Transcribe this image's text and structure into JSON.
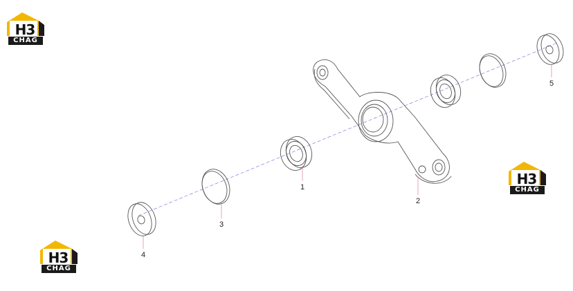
{
  "diagram": {
    "callouts": [
      {
        "id": "1",
        "label": "1"
      },
      {
        "id": "2",
        "label": "2"
      },
      {
        "id": "3",
        "label": "3"
      },
      {
        "id": "4",
        "label": "4"
      },
      {
        "id": "5",
        "label": "5"
      }
    ],
    "colors": {
      "line": "#555555",
      "axis": "#6a6ad0",
      "leader": "#d06a8a",
      "logo_yellow": "#f2b705",
      "logo_dark": "#1a1a1a"
    }
  },
  "logos": [
    {
      "id": "top-left",
      "mark": "H3",
      "brand": "CHAG"
    },
    {
      "id": "right",
      "mark": "H3",
      "brand": "CHAG"
    },
    {
      "id": "bottom-left",
      "mark": "H3",
      "brand": "CHAG"
    }
  ]
}
